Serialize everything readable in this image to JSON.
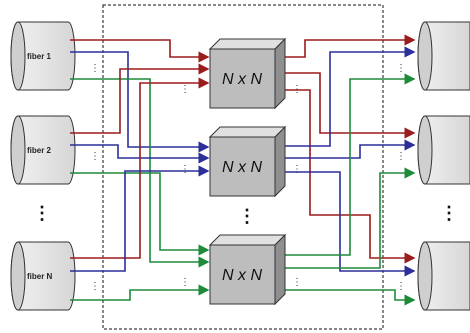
{
  "diagram": {
    "input_fibers": [
      {
        "label": "fiber 1"
      },
      {
        "label": "fiber 2"
      },
      {
        "label": "fiber N"
      }
    ],
    "switches": [
      {
        "label": "N x N"
      },
      {
        "label": "N x N"
      },
      {
        "label": "N x N"
      }
    ],
    "ellipsis": "⋮",
    "colors": {
      "red": "#9b1c1c",
      "blue": "#2b2f9a",
      "green": "#1f8a3a",
      "switch_fill": "#bdbdbd",
      "fiber_fill": "#e3e3e3"
    }
  }
}
